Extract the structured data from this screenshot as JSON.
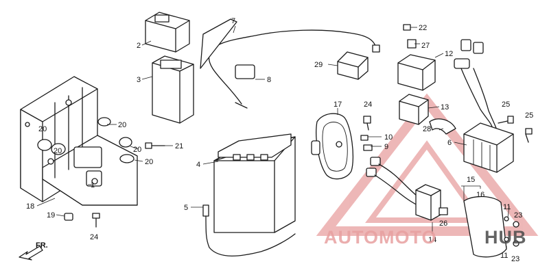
{
  "callouts": [
    {
      "id": "c1",
      "label": "1"
    },
    {
      "id": "c2",
      "label": "2"
    },
    {
      "id": "c3",
      "label": "3"
    },
    {
      "id": "c4",
      "label": "4"
    },
    {
      "id": "c5",
      "label": "5"
    },
    {
      "id": "c6",
      "label": "6"
    },
    {
      "id": "c7",
      "label": "7"
    },
    {
      "id": "c8",
      "label": "8"
    },
    {
      "id": "c9",
      "label": "9"
    },
    {
      "id": "c10",
      "label": "10"
    },
    {
      "id": "c11a",
      "label": "11"
    },
    {
      "id": "c11b",
      "label": "11"
    },
    {
      "id": "c12",
      "label": "12"
    },
    {
      "id": "c13",
      "label": "13"
    },
    {
      "id": "c14",
      "label": "14"
    },
    {
      "id": "c15",
      "label": "15"
    },
    {
      "id": "c16",
      "label": "16"
    },
    {
      "id": "c17",
      "label": "17"
    },
    {
      "id": "c18",
      "label": "18"
    },
    {
      "id": "c19",
      "label": "19"
    },
    {
      "id": "c20a",
      "label": "20"
    },
    {
      "id": "c20b",
      "label": "20"
    },
    {
      "id": "c20c",
      "label": "20"
    },
    {
      "id": "c20d",
      "label": "20"
    },
    {
      "id": "c20e",
      "label": "20"
    },
    {
      "id": "c21",
      "label": "21"
    },
    {
      "id": "c22",
      "label": "22"
    },
    {
      "id": "c23a",
      "label": "23"
    },
    {
      "id": "c23b",
      "label": "23"
    },
    {
      "id": "c24a",
      "label": "24"
    },
    {
      "id": "c24b",
      "label": "24"
    },
    {
      "id": "c25a",
      "label": "25"
    },
    {
      "id": "c25b",
      "label": "25"
    },
    {
      "id": "c26",
      "label": "26"
    },
    {
      "id": "c27",
      "label": "27"
    },
    {
      "id": "c28",
      "label": "28"
    },
    {
      "id": "c29",
      "label": "29"
    }
  ],
  "direction_label": "FR.",
  "watermark": {
    "text_prefix": "AUTOMOTO",
    "text_suffix": "HUB",
    "color_red": "#e8a0a0",
    "color_dark": "#4a4a4a"
  }
}
